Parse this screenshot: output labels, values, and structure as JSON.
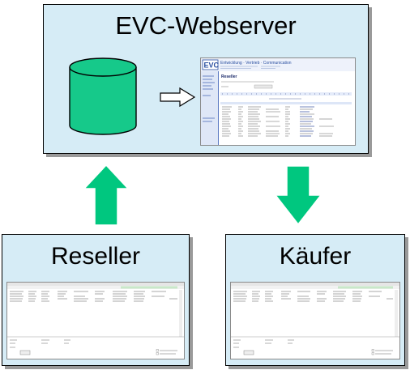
{
  "server": {
    "title": "EVC-Webserver"
  },
  "webpage": {
    "logo": "EVC",
    "header_line": "Entwicklung · Vertrieb · Communication",
    "section": "Reseller"
  },
  "reseller": {
    "title": "Reseller"
  },
  "kaeufer": {
    "title": "Käufer"
  },
  "colors": {
    "box_fill": "#d6ecf6",
    "arrow_fill": "#00c77f",
    "cylinder_fill": "#16c98a",
    "arrow_outline": "#ffffff"
  }
}
